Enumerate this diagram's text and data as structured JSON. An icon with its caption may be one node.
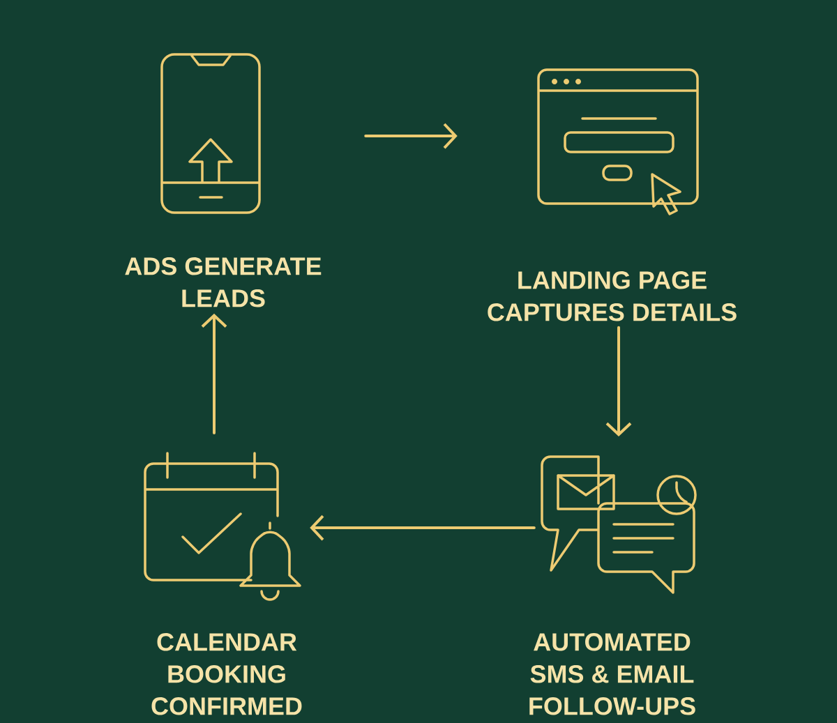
{
  "diagram": {
    "nodes": [
      {
        "text": [
          "ADS GENERATE LEADS"
        ]
      },
      {
        "text": [
          "LANDING PAGE CAPTURES DETAILS"
        ]
      },
      {
        "text": [
          "AUTOMATED SMS & EMAIL FOLLOW-UPS"
        ]
      },
      {
        "text": [
          "CALENDAR BOOKING CONFIRMED"
        ]
      }
    ],
    "edges": [
      {
        "from": 0,
        "to": 1,
        "arrow": "to"
      },
      {
        "from": 1,
        "to": 2,
        "arrow": "to"
      },
      {
        "from": 2,
        "to": 3,
        "arrow": "to"
      },
      {
        "from": 3,
        "to": 0,
        "arrow": "to"
      }
    ]
  }
}
